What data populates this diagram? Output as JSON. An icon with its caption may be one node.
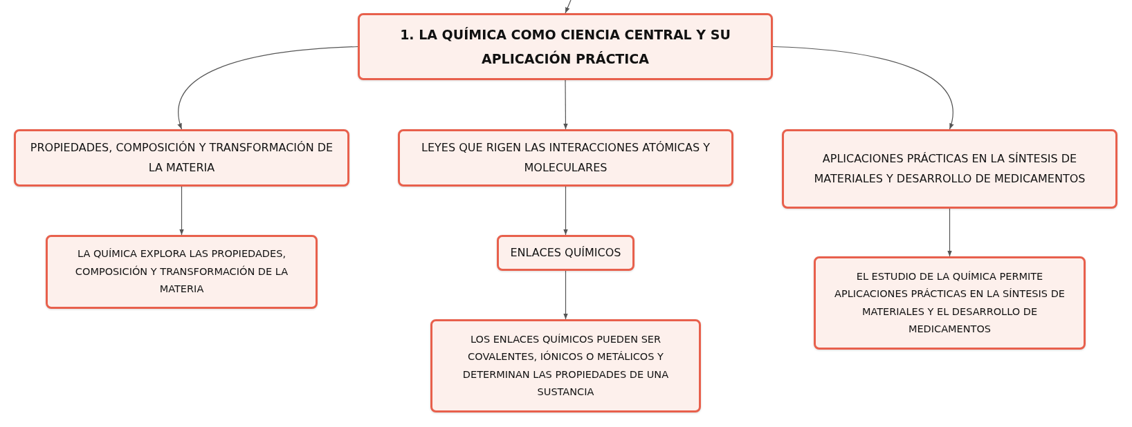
{
  "diagram": {
    "nodes": [
      {
        "text": [
          "1. LA QUÍMICA COMO CIENCIA CENTRAL Y SU APLICACIÓN PRÁCTICA"
        ]
      },
      {
        "text": [
          "PROPIEDADES, COMPOSICIÓN Y TRANSFORMACIÓN DE LA MATERIA"
        ]
      },
      {
        "text": [
          "LEYES QUE RIGEN LAS INTERACCIONES ATÓMICAS Y MOLECULARES"
        ]
      },
      {
        "text": [
          "APLICACIONES PRÁCTICAS EN LA SÍNTESIS DE MATERIALES Y DESARROLLO DE MEDICAMENTOS"
        ]
      },
      {
        "text": [
          "LA QUÍMICA EXPLORA LAS PROPIEDADES, COMPOSICIÓN Y TRANSFORMACIÓN DE LA MATERIA"
        ]
      },
      {
        "text": [
          "ENLACES QUÍMICOS"
        ]
      },
      {
        "text": [
          "EL ESTUDIO DE LA QUÍMICA PERMITE APLICACIONES PRÁCTICAS EN LA SÍNTESIS DE MATERIALES Y EL DESARROLLO DE MEDICAMENTOS"
        ]
      },
      {
        "text": [
          "LOS ENLACES QUÍMICOS PUEDEN SER COVALENTES, IÓNICOS O METÁLICOS Y DETERMINAN LAS PROPIEDADES DE UNA SUSTANCIA"
        ]
      }
    ],
    "edges": [
      {
        "from": null,
        "to": 0,
        "arrow": "to"
      },
      {
        "from": 0,
        "to": 1,
        "arrow": "to"
      },
      {
        "from": 0,
        "to": 2,
        "arrow": "to"
      },
      {
        "from": 0,
        "to": 3,
        "arrow": "to"
      },
      {
        "from": 1,
        "to": 4,
        "arrow": "to"
      },
      {
        "from": 2,
        "to": 5,
        "arrow": "to"
      },
      {
        "from": 5,
        "to": 7,
        "arrow": "to"
      },
      {
        "from": 3,
        "to": 6,
        "arrow": "to"
      }
    ]
  }
}
